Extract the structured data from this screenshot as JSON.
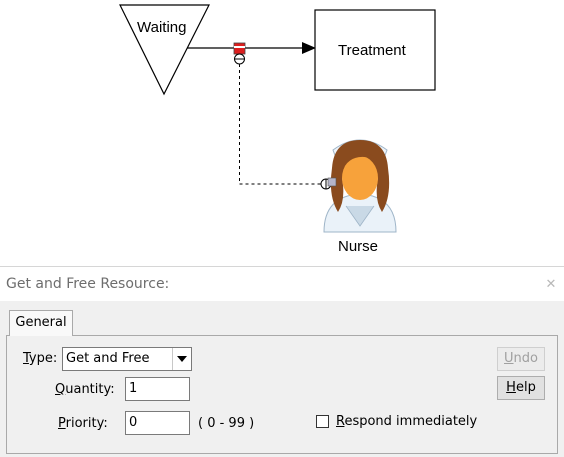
{
  "canvas": {
    "queue_label": "Waiting",
    "activity_label": "Treatment",
    "resource_label": "Nurse"
  },
  "dialog": {
    "title": "Get and Free Resource:",
    "close_icon": "close-icon",
    "tab_general": "General",
    "type": {
      "prefix": "T",
      "rest": "ype:",
      "value": "Get and Free"
    },
    "quantity": {
      "prefix": "Q",
      "rest": "uantity:",
      "value": "1"
    },
    "priority": {
      "prefix": "P",
      "rest": "riority:",
      "value": "0",
      "range": "( 0 - 99 )"
    },
    "respond": {
      "prefix": "R",
      "rest": "espond immediately",
      "checked": false
    },
    "undo": {
      "prefix": "U",
      "rest": "ndo",
      "enabled": false
    },
    "help": {
      "prefix": "H",
      "rest": "elp",
      "enabled": true
    }
  }
}
